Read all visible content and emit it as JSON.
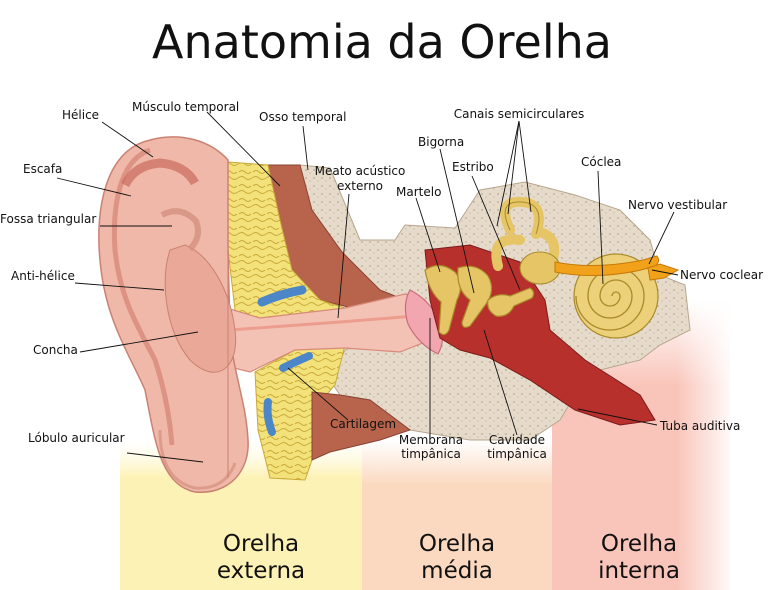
{
  "title": "Anatomia da Orelha",
  "labels": {
    "helice": "Hélice",
    "escafa": "Escafa",
    "fossa_triangular": "Fossa triangular",
    "anti_helice": "Anti-hélice",
    "concha": "Concha",
    "lobulo_auricular": "Lóbulo auricular",
    "musculo_temporal": "Músculo temporal",
    "osso_temporal": "Osso temporal",
    "meato_line1": "Meato acústico",
    "meato_line2": "externo",
    "martelo": "Martelo",
    "bigorna": "Bigorna",
    "estribo": "Estribo",
    "canais_semicirculares": "Canais semicirculares",
    "coclea": "Cóclea",
    "nervo_vestibular": "Nervo vestibular",
    "nervo_coclear": "Nervo coclear",
    "cartilagem": "Cartilagem",
    "membrana_line1": "Membrana",
    "membrana_line2": "timpânica",
    "cavidade_line1": "Cavidade",
    "cavidade_line2": "timpânica",
    "tuba_auditiva": "Tuba auditiva"
  },
  "regions": {
    "externa_line1": "Orelha",
    "externa_line2": "externa",
    "media_line1": "Orelha",
    "media_line2": "média",
    "interna_line1": "Orelha",
    "interna_line2": "interna"
  },
  "colors": {
    "region_externa": "#fdf2b5",
    "region_media": "#fbd9c0",
    "region_interna": "#f9c4b9",
    "skin": "#f0b8a8",
    "skin_dark": "#d88a7a",
    "bone": "#e3d7c6",
    "muscle": "#b8644c",
    "yellow_tissue": "#f2e06a",
    "cavity_red": "#b8302c",
    "ossicle": "#e6c566",
    "vein_blue": "#4a86c8",
    "nerve": "#f2a21a"
  }
}
